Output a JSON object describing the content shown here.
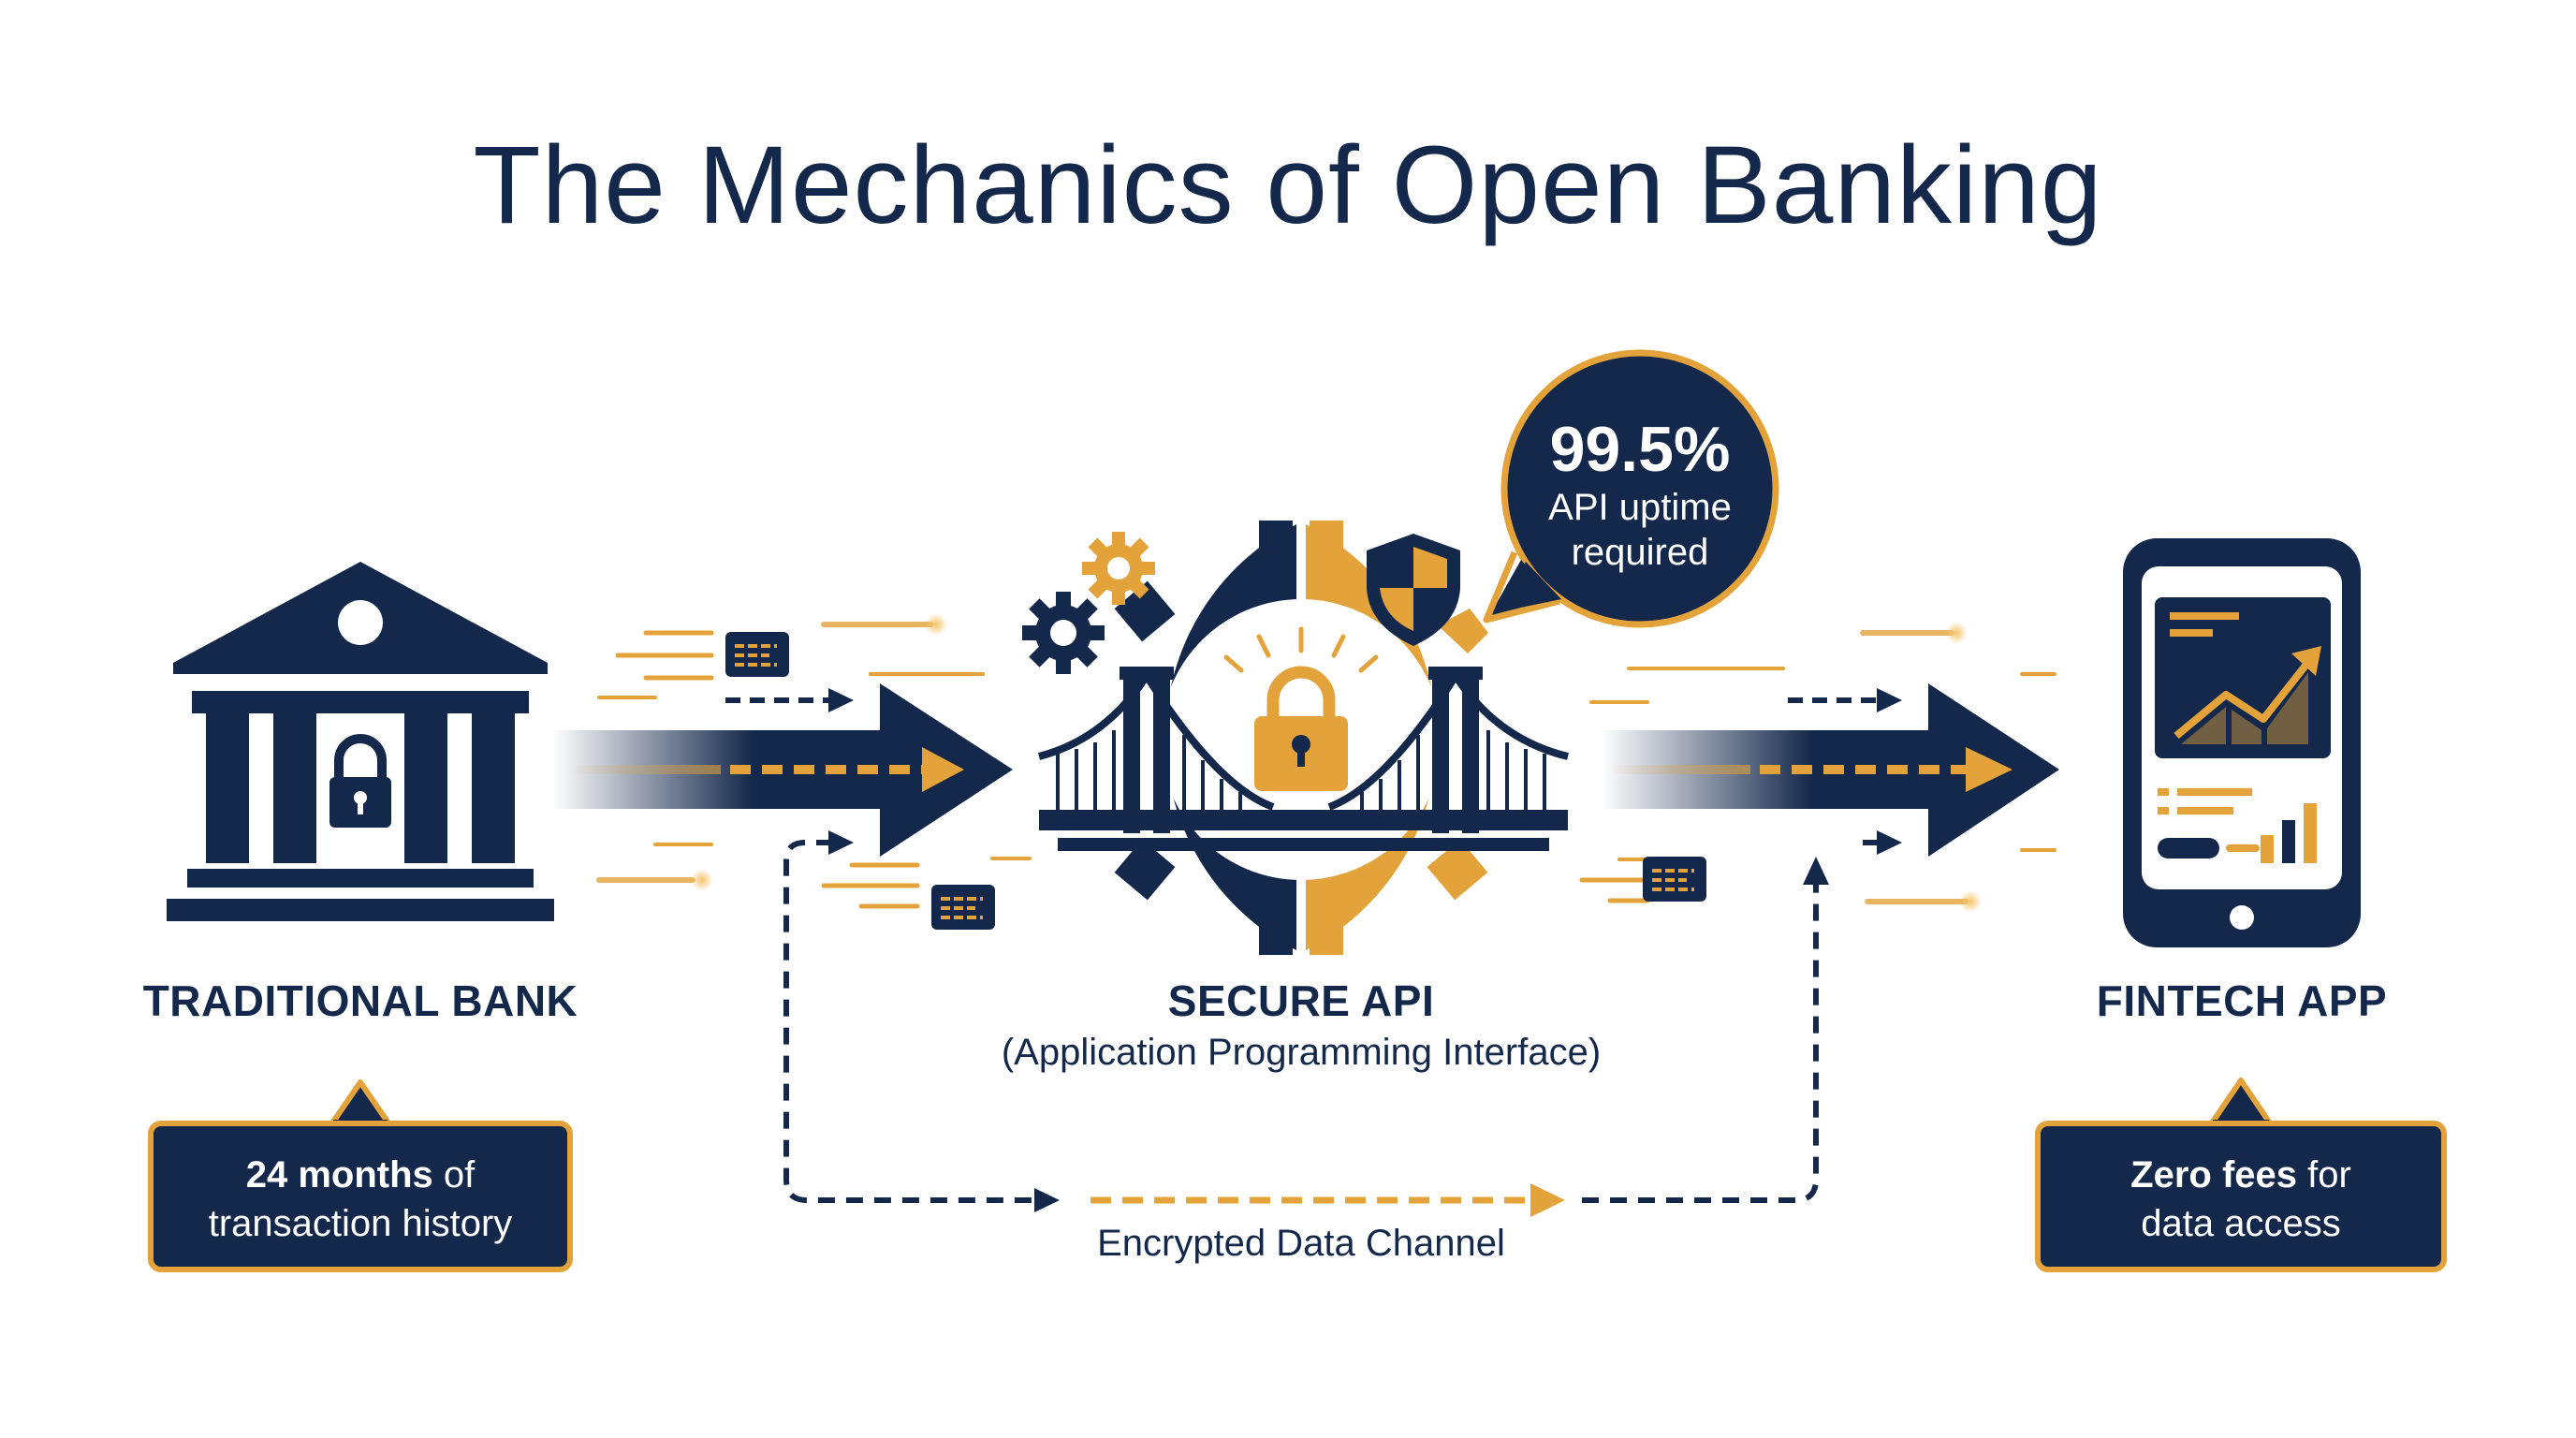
{
  "title": "The Mechanics of Open Banking",
  "colors": {
    "navy": "#14284b",
    "gold": "#e3a33a",
    "background": "#ffffff"
  },
  "nodes": {
    "bank": {
      "label": "TRADITIONAL BANK",
      "icon": "bank-building-lock-icon"
    },
    "api": {
      "label": "SECURE API",
      "sublabel": "(Application Programming Interface)",
      "icon": "gear-bridge-lock-icon"
    },
    "app": {
      "label": "FINTECH APP",
      "icon": "smartphone-chart-icon"
    }
  },
  "callouts": {
    "bank": {
      "bold": "24 months",
      "rest1": " of",
      "line2": "transaction history"
    },
    "app": {
      "bold": "Zero fees",
      "rest1": " for",
      "line2": "data access"
    },
    "uptime": {
      "value": "99.5%",
      "line1": "API uptime",
      "line2": "required"
    }
  },
  "channel_label": "Encrypted Data Channel"
}
